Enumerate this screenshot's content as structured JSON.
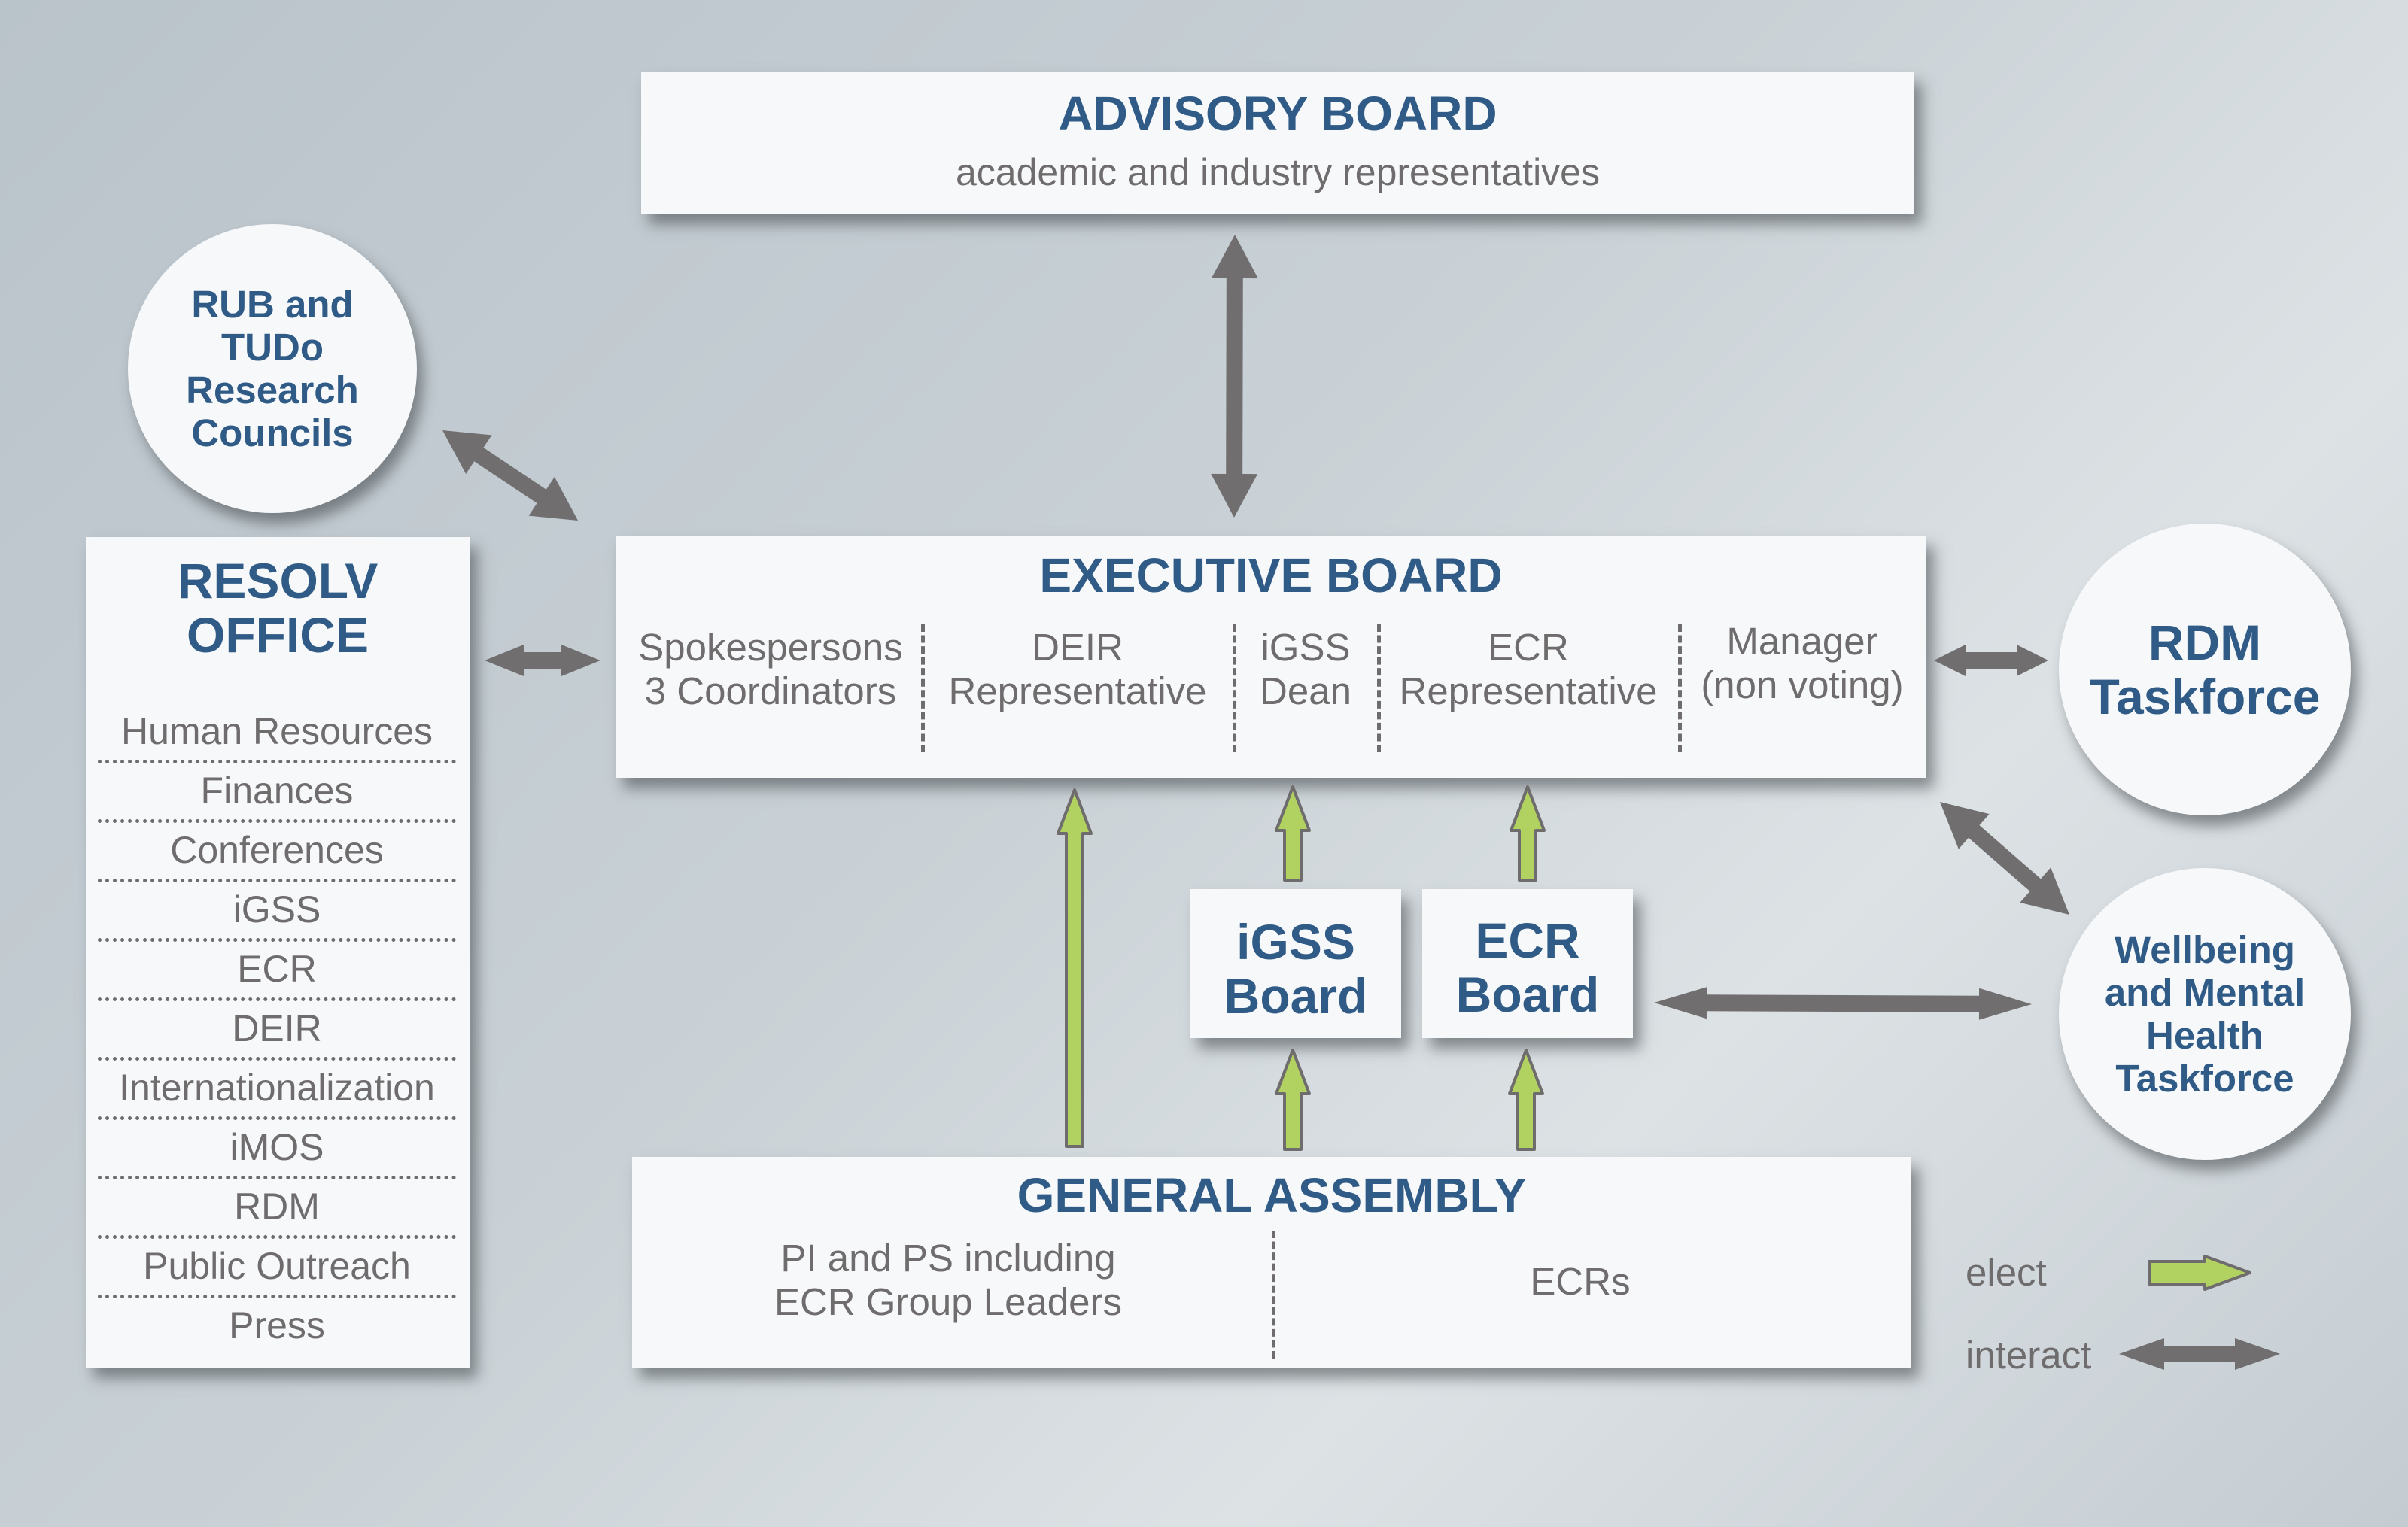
{
  "colors": {
    "title_blue": "#2f5b86",
    "text_grey": "#6f6c6d",
    "box_fill": "#f6f8fa",
    "elect_arrow": "#b1d160",
    "interact_arrow": "#706e6f"
  },
  "advisory_board": {
    "title": "ADVISORY BOARD",
    "subtitle": "academic and industry representatives"
  },
  "research_councils": {
    "label": "RUB and\nTUDo\nResearch\nCouncils"
  },
  "resolv_office": {
    "title_line1": "RESOLV",
    "title_line2": "OFFICE",
    "items": [
      "Human Resources",
      "Finances",
      "Conferences",
      "iGSS",
      "ECR",
      "DEIR",
      "Internationalization",
      "iMOS",
      "RDM",
      "Public Outreach",
      "Press"
    ]
  },
  "executive_board": {
    "title": "EXECUTIVE BOARD",
    "members": [
      {
        "line1": "Spokespersons",
        "line2": "3 Coordinators"
      },
      {
        "line1": "DEIR",
        "line2": "Representative"
      },
      {
        "line1": "iGSS",
        "line2": "Dean"
      },
      {
        "line1": "ECR",
        "line2": "Representative"
      },
      {
        "line1": "Manager",
        "line2": "(non voting)"
      }
    ]
  },
  "rdm_taskforce": {
    "label": "RDM\nTaskforce"
  },
  "wellbeing_taskforce": {
    "label": "Wellbeing\nand Mental\nHealth\nTaskforce"
  },
  "igss_board": {
    "line1": "iGSS",
    "line2": "Board"
  },
  "ecr_board": {
    "line1": "ECR",
    "line2": "Board"
  },
  "general_assembly": {
    "title": "GENERAL ASSEMBLY",
    "left_line1": "PI and PS including",
    "left_line2": "ECR Group Leaders",
    "right": "ECRs"
  },
  "legend": {
    "elect_label": "elect",
    "interact_label": "interact"
  }
}
